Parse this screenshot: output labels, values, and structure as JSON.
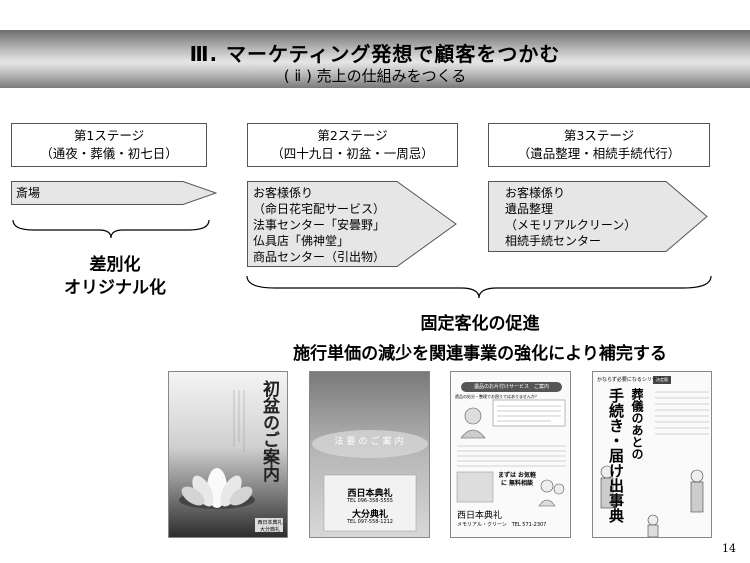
{
  "title": {
    "main": "Ⅲ. マーケティング発想で顧客をつかむ",
    "sub": "( ⅱ ) 売上の仕組みをつくる"
  },
  "stages": [
    {
      "label": "第1ステージ",
      "detail": "（通夜・葬儀・初七日）"
    },
    {
      "label": "第2ステージ",
      "detail": "（四十九日・初盆・一周忌）"
    },
    {
      "label": "第3ステージ",
      "detail": "（遺品整理・相続手続代行）"
    }
  ],
  "arrows": [
    {
      "lines": [
        "斎場"
      ]
    },
    {
      "lines": [
        "お客様係り",
        "（命日花宅配サービス）",
        "法事センター「安曇野」",
        "仏具店「佛神堂」",
        "商品センター（引出物）"
      ]
    },
    {
      "lines": [
        "お客様係り",
        "遺品整理",
        "（メモリアルクリーン）",
        "相続手続センター"
      ]
    }
  ],
  "differentiation": [
    "差別化",
    "オリジナル化"
  ],
  "retention": "固定客化の促進",
  "compensation": "施行単価の減少を関連事業の強化により補完する",
  "brochures": [
    {
      "title": "初盆のご案内",
      "company": "西日本典礼",
      "company2": "大分典礼"
    },
    {
      "title": "法要のご案内",
      "company": "西日本典礼",
      "phone1": "TEL 096-358-5555",
      "company2": "大分典礼",
      "phone2": "TEL 097-558-1212"
    },
    {
      "header": "遺品のお片付けサービス　ご案内",
      "question": "遺品の処分・整理でお困りではありませんか？",
      "cta": "まずは お気軽に 無料相談",
      "company": "西日本典礼",
      "sub": "メモリアル・クリーン　TEL 571-2307"
    },
    {
      "series": "かならず必要になるシリーズ",
      "badge": "決定版",
      "title_a": "葬儀のあとの",
      "title_b": "手続き・届け出事典"
    }
  ],
  "page_number": "14"
}
